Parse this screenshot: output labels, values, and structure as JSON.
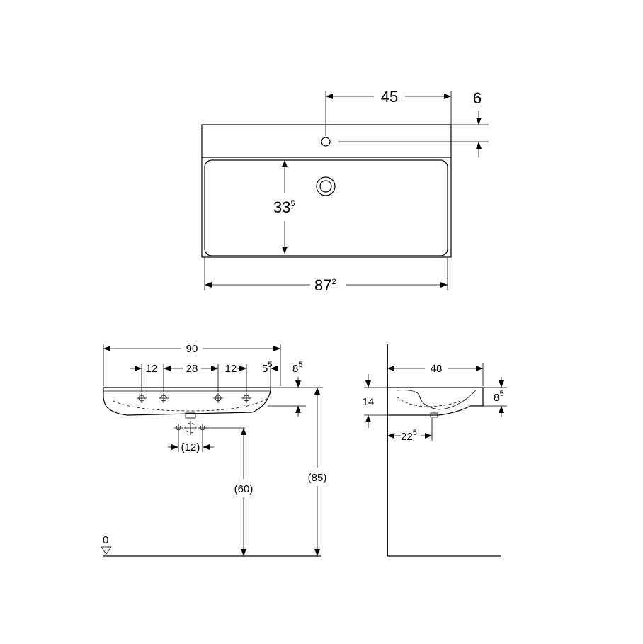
{
  "top_view": {
    "dim_45": "45",
    "dim_6": "6",
    "dim_33_main": "33",
    "dim_33_sup": "5",
    "dim_87_main": "87",
    "dim_87_sup": "2"
  },
  "front_view": {
    "dim_90": "90",
    "dim_12a": "12",
    "dim_28": "28",
    "dim_12b": "12",
    "dim_5_main": "5",
    "dim_5_sup": "5",
    "dim_8_main": "8",
    "dim_8_sup": "5",
    "dim_12_paren": "(12)",
    "dim_60": "(60)",
    "dim_85": "(85)",
    "level_zero": "0"
  },
  "side_view": {
    "dim_48": "48",
    "dim_14": "14",
    "dim_8_main": "8",
    "dim_8_sup": "5",
    "dim_22_main": "22",
    "dim_22_sup": "5"
  }
}
